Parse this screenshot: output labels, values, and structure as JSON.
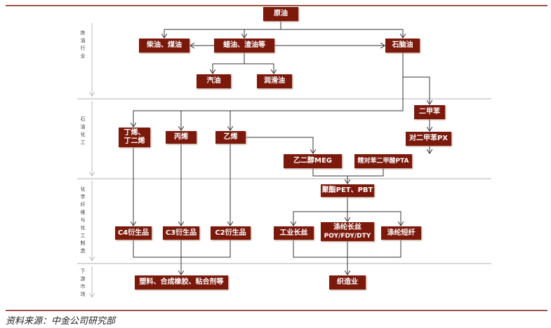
{
  "sections": [
    "炼油行业",
    "石油化工",
    "化学纤维与化工制造",
    "下游市场"
  ],
  "nodes": {
    "crude": "原油",
    "diesel": "柴油、煤油",
    "wax": "蜡油、渣油等",
    "naphtha": "石脑油",
    "gasoline": "汽油",
    "lube": "润滑油",
    "xylene": "二甲苯",
    "butene": "丁烯、丁二烯",
    "propylene": "丙烯",
    "ethylene": "乙烯",
    "px": "对二甲苯PX",
    "meg": "乙二醇MEG",
    "pta": "精对苯二甲酸PTA",
    "pet": "聚酯PET、PBT",
    "c4": "C4衍生品",
    "c3": "C3衍生品",
    "c2": "C2衍生品",
    "industrial": "工业长丝",
    "filament_1": "涤纶长丝",
    "filament_2": "POY/FDY/DTY",
    "staple": "涤纶短纤",
    "plastics": "塑料、合成橡胶、粘合剂等",
    "weaving": "织造业"
  },
  "source": "资料来源：中金公司研究部",
  "colors": {
    "box": "#7b1a0c",
    "rule": "#7b1a0c"
  }
}
